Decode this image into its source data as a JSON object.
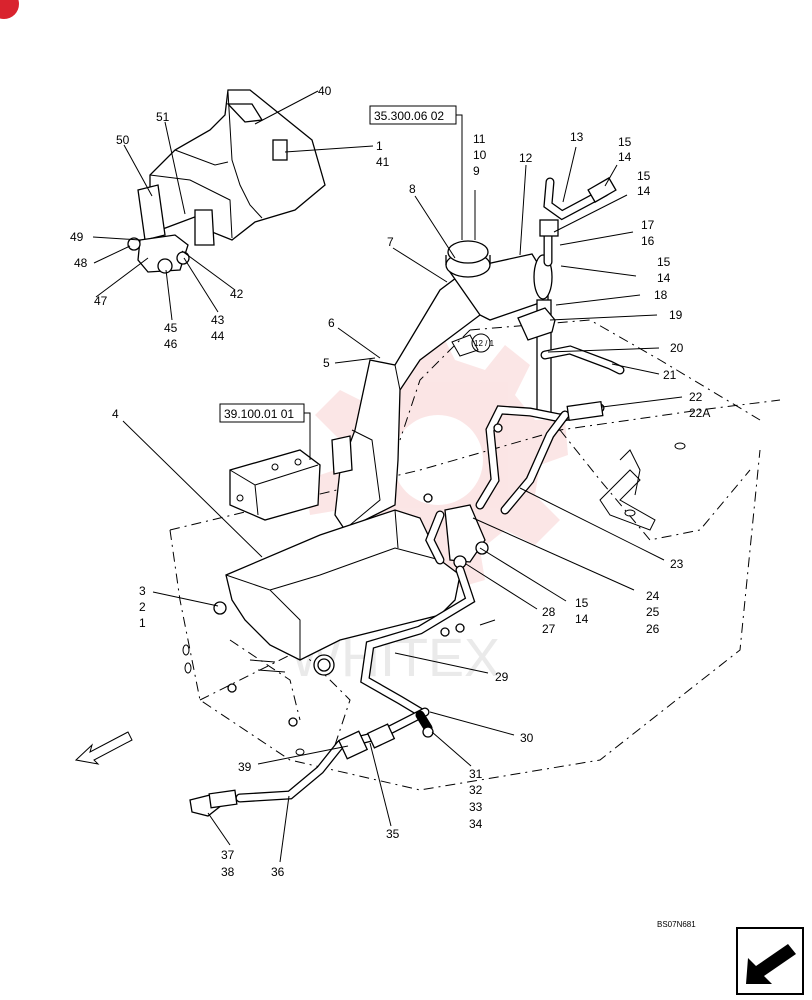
{
  "ref_boxes": [
    "35.300.06 02",
    "39.100.01 01"
  ],
  "callouts": [
    "40",
    "1",
    "41",
    "51",
    "50",
    "49",
    "48",
    "47",
    "42",
    "43",
    "44",
    "45",
    "46",
    "11",
    "10",
    "9",
    "8",
    "7",
    "12",
    "13",
    "15",
    "14",
    "15",
    "14",
    "17",
    "16",
    "15",
    "14",
    "18",
    "19",
    "20",
    "21",
    "22",
    "22A",
    "6",
    "5",
    "4",
    "23",
    "24",
    "25",
    "26",
    "15",
    "14",
    "28",
    "27",
    "3",
    "2",
    "1",
    "29",
    "30",
    "31",
    "32",
    "33",
    "34",
    "35",
    "39",
    "36",
    "37",
    "38"
  ],
  "circle_ref": "12 / 1",
  "drawing_code": "BS07N681",
  "watermark": "WHITEX",
  "corner_badge": "",
  "colors": {
    "line": "#000000",
    "watermark": "#f4b6b6",
    "badge": "#d9232e"
  }
}
